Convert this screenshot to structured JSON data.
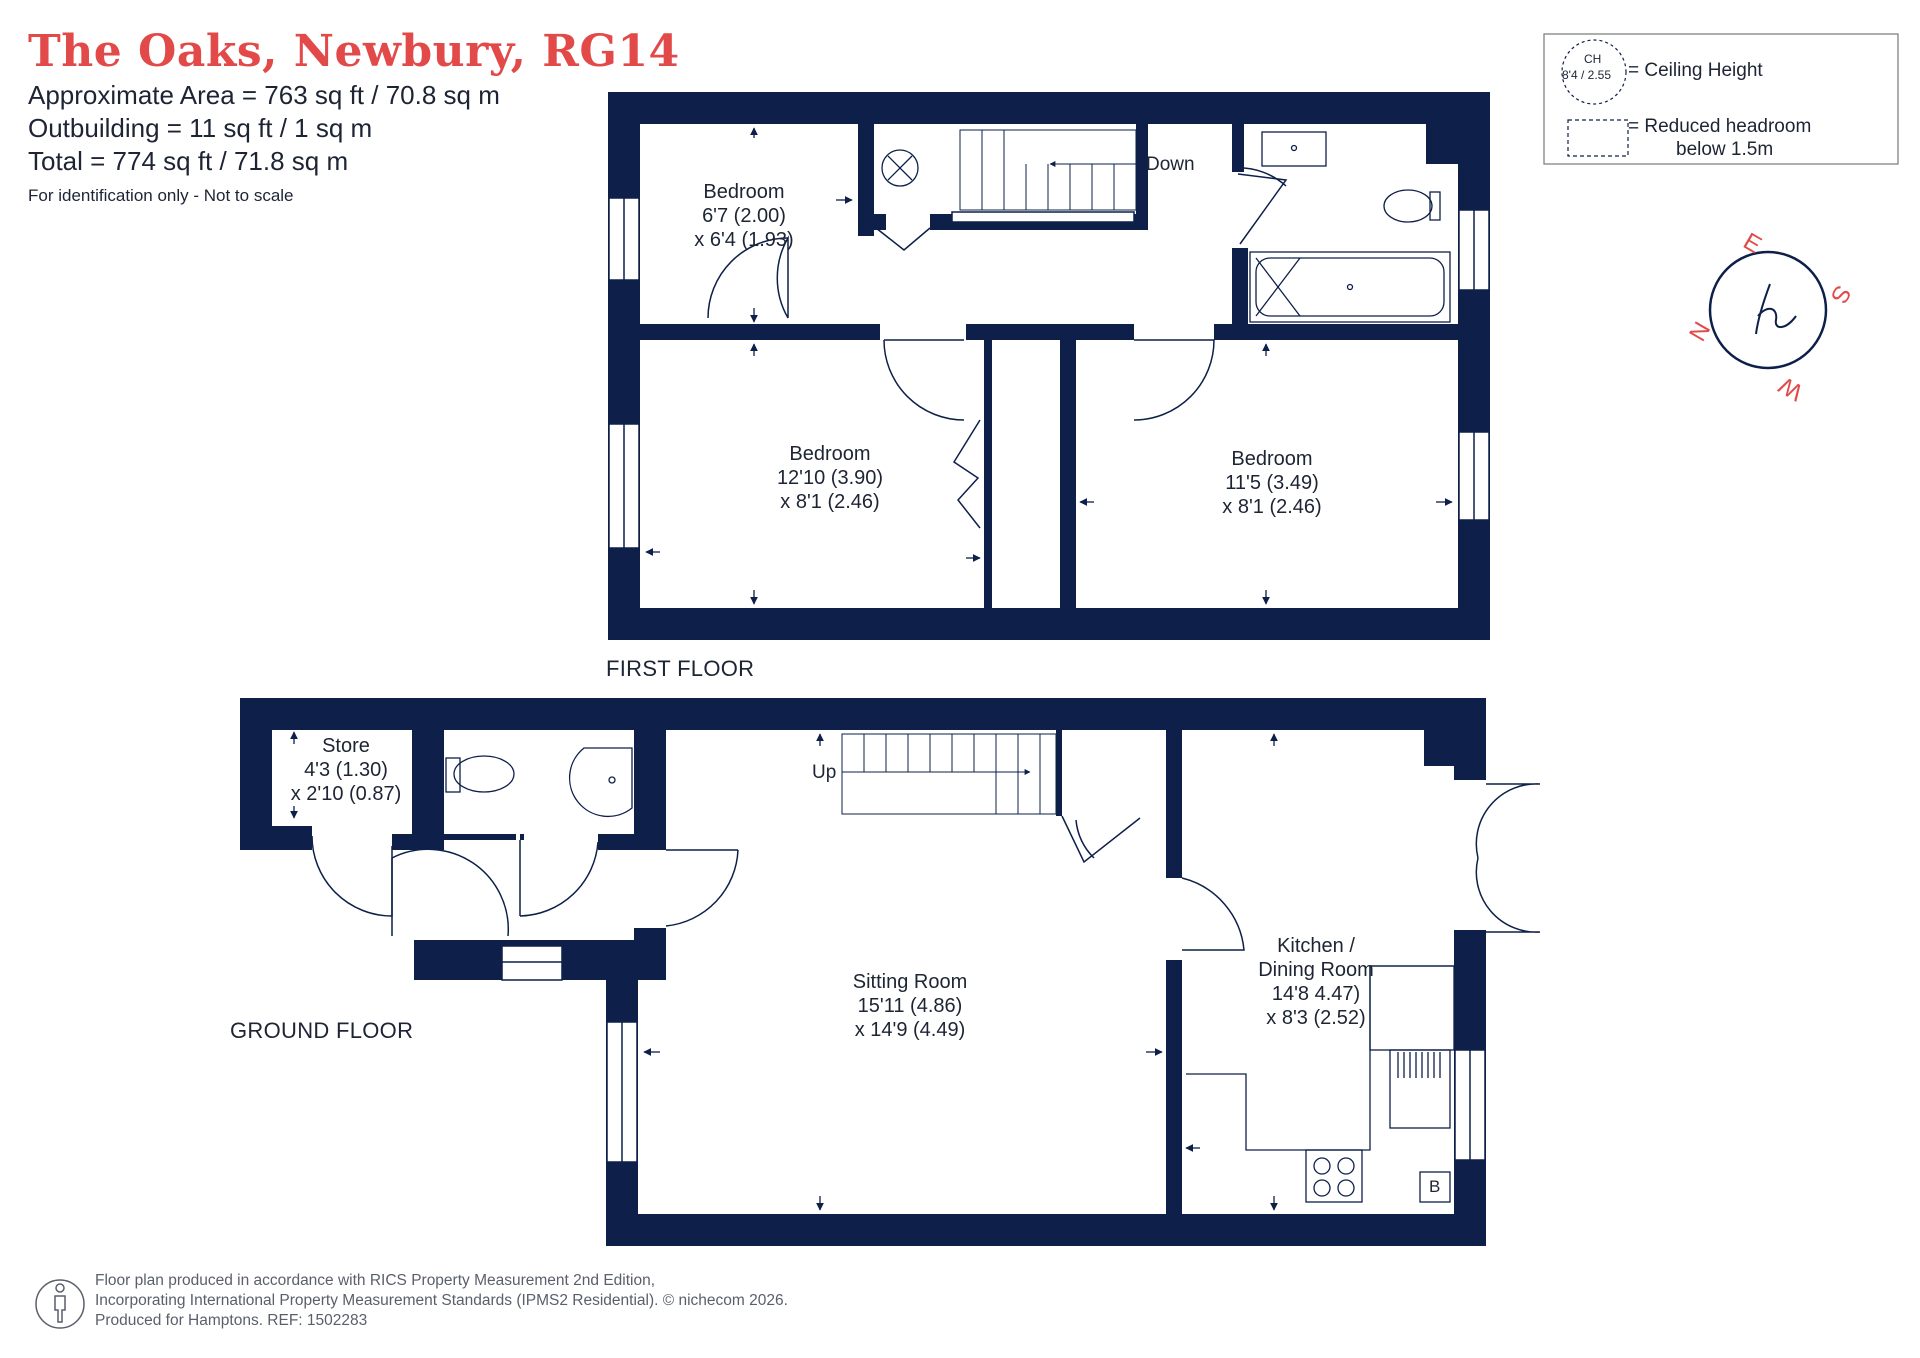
{
  "header": {
    "title": "The Oaks, Newbury, RG14",
    "area": "Approximate Area = 763 sq ft / 70.8 sq m",
    "outbuilding": "Outbuilding = 11 sq ft / 1 sq m",
    "total": "Total = 774 sq ft / 71.8 sq m",
    "note": "For identification only - Not to scale"
  },
  "legend": {
    "ch_abbr": "CH",
    "ch_sample": "8'4 / 2.55",
    "ceiling_height": "= Ceiling Height",
    "reduced_line1": "= Reduced headroom",
    "reduced_line2": "below 1.5m"
  },
  "compass": {
    "n": "N",
    "e": "E",
    "s": "S",
    "w": "W",
    "logo": "h"
  },
  "first_floor": {
    "label": "FIRST FLOOR",
    "down_label": "Down",
    "bedroom_small": {
      "name": "Bedroom",
      "dim1": "6'7 (2.00)",
      "dim2": "x 6'4 (1.93)"
    },
    "bedroom_left": {
      "name": "Bedroom",
      "dim1": "12'10 (3.90)",
      "dim2": "x 8'1 (2.46)"
    },
    "bedroom_right": {
      "name": "Bedroom",
      "dim1": "11'5 (3.49)",
      "dim2": "x 8'1 (2.46)"
    }
  },
  "ground_floor": {
    "label": "GROUND FLOOR",
    "up_label": "Up",
    "store": {
      "name": "Store",
      "dim1": "4'3 (1.30)",
      "dim2": "x 2'10 (0.87)"
    },
    "sitting": {
      "name": "Sitting Room",
      "dim1": "15'11 (4.86)",
      "dim2": "x 14'9 (4.49)"
    },
    "kitchen": {
      "name1": "Kitchen /",
      "name2": "Dining Room",
      "dim1": "14'8 4.47)",
      "dim2": "x 8'3 (2.52)"
    },
    "boiler": "B"
  },
  "footer": {
    "line1": "Floor plan produced in accordance with RICS Property Measurement 2nd Edition,",
    "line2": "Incorporating International Property Measurement Standards (IPMS2 Residential).   © nichecom 2026.",
    "line3": "Produced for Hamptons.   REF: 1502283"
  },
  "colors": {
    "wall": "#0e2049",
    "accent": "#e24a4a"
  }
}
